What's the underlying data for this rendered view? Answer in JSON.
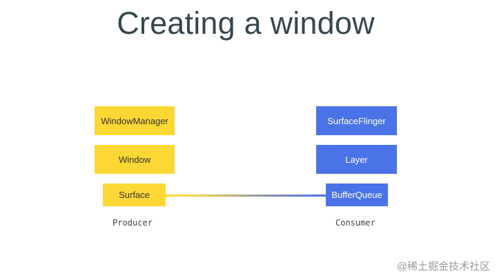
{
  "slide": {
    "title": "Creating a window"
  },
  "producer": {
    "boxes": [
      "WindowManager",
      "Window",
      "Surface"
    ],
    "caption": "Producer"
  },
  "consumer": {
    "boxes": [
      "SurfaceFlinger",
      "Layer",
      "BufferQueue"
    ],
    "caption": "Consumer"
  },
  "watermark": "@稀土掘金技术社区",
  "colors": {
    "title": "#37474f",
    "producer_box": "#fdd835",
    "consumer_box": "#4a73e8"
  }
}
